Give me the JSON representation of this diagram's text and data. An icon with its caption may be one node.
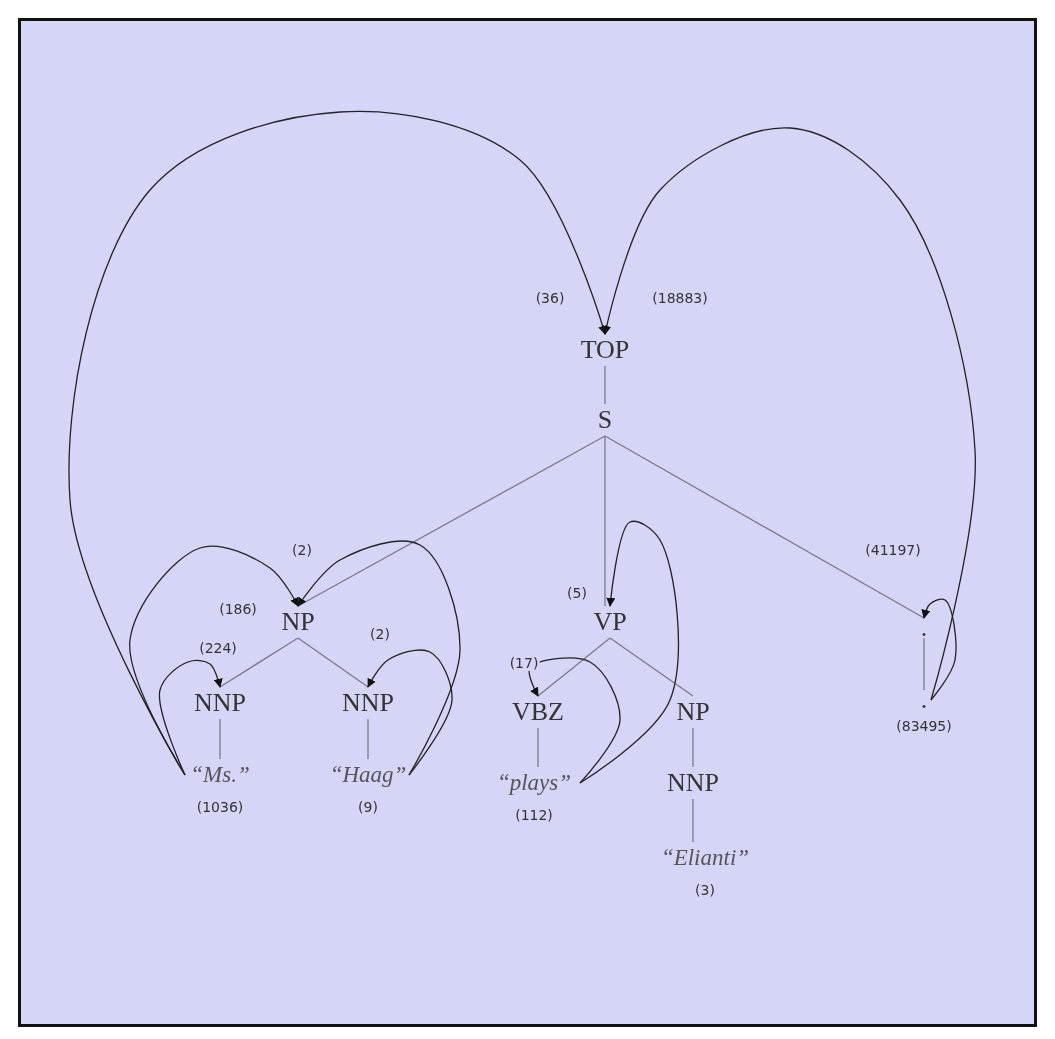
{
  "diagram": {
    "nodes": [
      {
        "text": [
          "TOP"
        ]
      },
      {
        "text": [
          "S"
        ]
      },
      {
        "text": [
          "NP"
        ]
      },
      {
        "text": [
          "VP"
        ]
      },
      {
        "text": [
          "."
        ]
      },
      {
        "text": [
          "NNP"
        ]
      },
      {
        "text": [
          "NNP"
        ]
      },
      {
        "text": [
          "VBZ"
        ]
      },
      {
        "text": [
          "NP"
        ]
      },
      {
        "text": [
          "“Ms.”"
        ],
        "beside": [
          "(1036)"
        ]
      },
      {
        "text": [
          "“Haag”"
        ],
        "beside": [
          "(9)"
        ]
      },
      {
        "text": [
          "“plays”"
        ],
        "beside": [
          "(112)"
        ]
      },
      {
        "text": [
          "NNP"
        ]
      },
      {
        "text": [
          "."
        ],
        "beside": [
          "(83495)"
        ]
      },
      {
        "text": [
          "“Elianti”"
        ],
        "beside": [
          "(3)"
        ]
      }
    ],
    "edges": [
      {
        "from": 0,
        "to": 1,
        "arrow": "none"
      },
      {
        "from": 1,
        "to": 2,
        "arrow": "none"
      },
      {
        "from": 1,
        "to": 3,
        "arrow": "none"
      },
      {
        "from": 1,
        "to": 4,
        "arrow": "none"
      },
      {
        "from": 2,
        "to": 5,
        "arrow": "none"
      },
      {
        "from": 2,
        "to": 6,
        "arrow": "none"
      },
      {
        "from": 3,
        "to": 7,
        "arrow": "none"
      },
      {
        "from": 3,
        "to": 8,
        "arrow": "none"
      },
      {
        "from": 5,
        "to": 9,
        "arrow": "none"
      },
      {
        "from": 6,
        "to": 10,
        "arrow": "none"
      },
      {
        "from": 7,
        "to": 11,
        "arrow": "none"
      },
      {
        "from": 8,
        "to": 12,
        "arrow": "none"
      },
      {
        "from": 4,
        "to": 13,
        "arrow": "none"
      },
      {
        "from": 12,
        "to": 14,
        "arrow": "none"
      },
      {
        "from": 9,
        "to": 0,
        "arrow": "to",
        "label": "(36)",
        "color": "#222222"
      },
      {
        "from": 13,
        "to": 0,
        "arrow": "to",
        "label": "(18883)",
        "color": "#222222"
      },
      {
        "from": 9,
        "to": 2,
        "arrow": "to",
        "label": "(186)",
        "color": "#222222"
      },
      {
        "from": 10,
        "to": 2,
        "arrow": "to",
        "label": "(2)",
        "color": "#222222"
      },
      {
        "from": 9,
        "to": 5,
        "arrow": "to",
        "label": "(224)",
        "color": "#222222"
      },
      {
        "from": 10,
        "to": 6,
        "arrow": "to",
        "label": "(2)",
        "color": "#222222"
      },
      {
        "from": 11,
        "to": 3,
        "arrow": "to",
        "label": "(5)",
        "color": "#222222"
      },
      {
        "from": 11,
        "to": 7,
        "arrow": "to",
        "label": "(17)",
        "color": "#222222"
      },
      {
        "from": 13,
        "to": 4,
        "arrow": "to",
        "label": "(41197)",
        "color": "#222222"
      }
    ]
  }
}
